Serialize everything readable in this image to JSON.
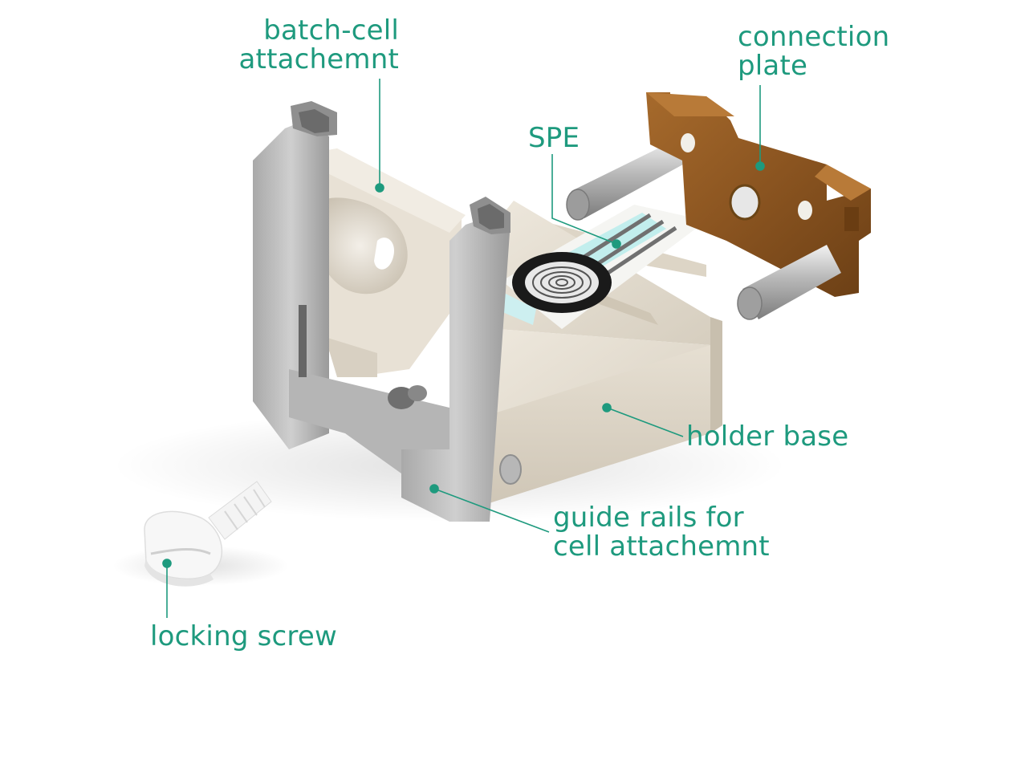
{
  "accent_color": "#1e9a7e",
  "labels": {
    "batch_cell": {
      "line1": "batch-cell",
      "line2": "attachemnt"
    },
    "connection_plate": {
      "line1": "connection",
      "line2": "plate"
    },
    "spe": {
      "line1": "SPE"
    },
    "holder_base": {
      "line1": "holder base"
    },
    "guide_rails": {
      "line1": "guide rails for",
      "line2": "cell attachemnt"
    },
    "locking_screw": {
      "line1": "locking screw"
    }
  }
}
